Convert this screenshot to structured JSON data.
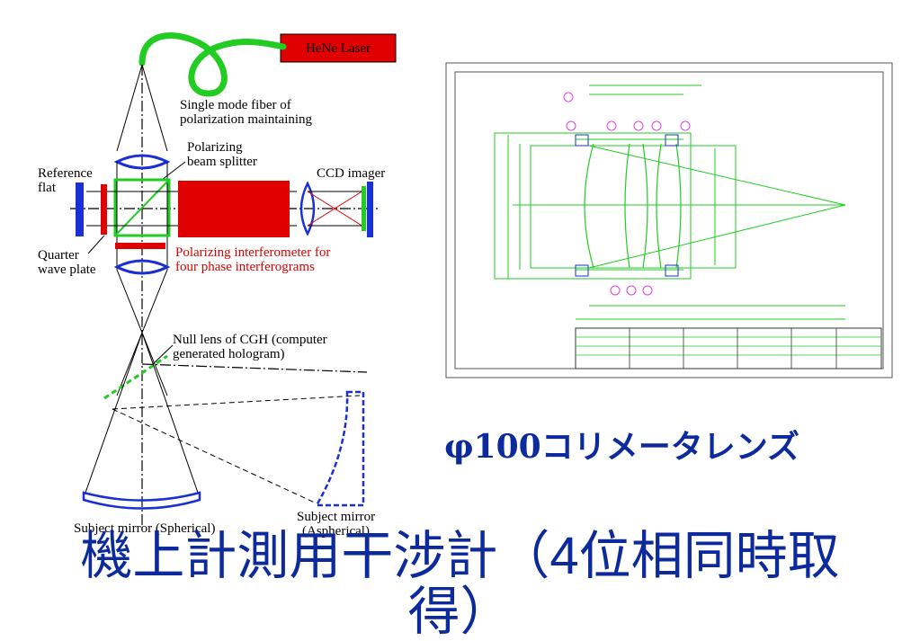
{
  "diagram": {
    "laser_label": "HeNe Laser",
    "fiber_label_1": "Single mode fiber of",
    "fiber_label_2": "polarization maintaining",
    "pbs_label_1": "Polarizing",
    "pbs_label_2": "beam splitter",
    "reference_label_1": "Reference",
    "reference_label_2": "flat",
    "ccd_label": "CCD imager",
    "quarter_label_1": "Quarter",
    "quarter_label_2": "wave plate",
    "interferometer_label_1": "Polarizing interferometer for",
    "interferometer_label_2": "four phase interferograms",
    "null_lens_label_1": "Null lens of CGH (computer",
    "null_lens_label_2": "generated hologram)",
    "spherical_label": "Subject mirror (Spherical)",
    "aspherical_label_1": "Subject mirror",
    "aspherical_label_2": "(Aspherical)"
  },
  "lens_caption": "φ100コリメータレンズ",
  "title_line1": "機上計測用干涉計（4位相同時取",
  "title_line2": "得）",
  "colors": {
    "red": "#e00000",
    "blue": "#1a2fd6",
    "green": "#22cc22",
    "title": "#0c2a9b"
  }
}
